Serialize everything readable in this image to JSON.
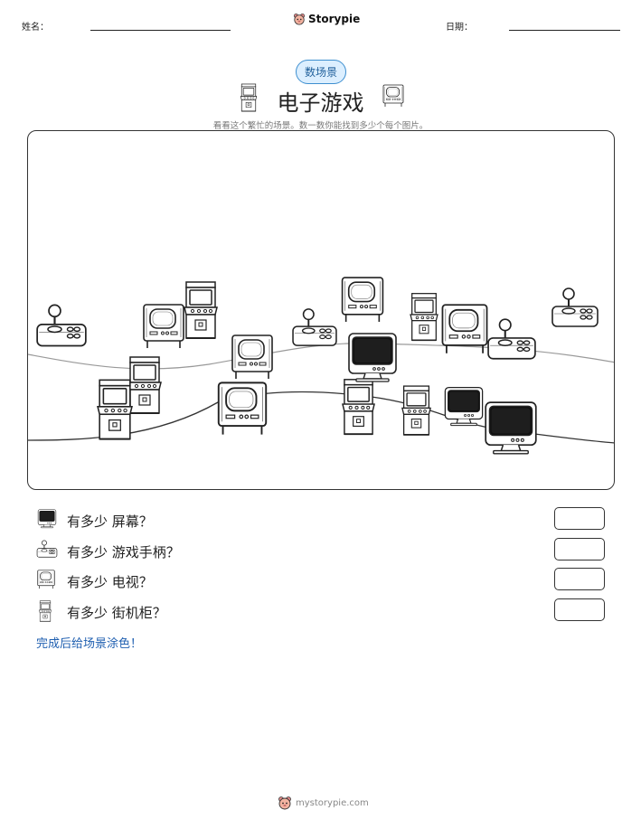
{
  "header": {
    "name_label": "姓名：",
    "date_label": "日期：",
    "brand": "Storypie"
  },
  "badge": "数场景",
  "title": "电子游戏",
  "subtitle": "看看这个繁忙的场景。数一数你能找到多少个每个图片。",
  "questions": [
    {
      "icon": "screen-icon",
      "text": "有多少 屏幕？"
    },
    {
      "icon": "gamepad-icon",
      "text": "有多少 游戏手柄？"
    },
    {
      "icon": "tv-icon",
      "text": "有多少 电视？"
    },
    {
      "icon": "arcade-cabinet-icon",
      "text": "有多少 街机柜？"
    }
  ],
  "color_note": "完成后给场景涂色！",
  "footer": "mystorypie.com"
}
